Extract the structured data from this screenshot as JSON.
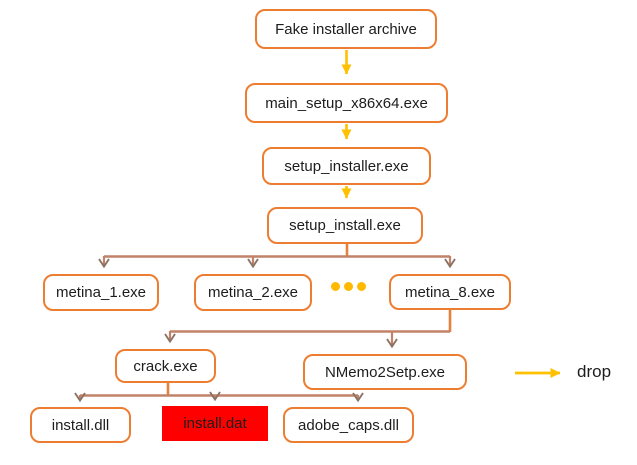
{
  "diagram": {
    "type": "flowchart"
  },
  "nodes": {
    "root": {
      "label": "Fake installer archive",
      "highlighted": false
    },
    "main_setup": {
      "label": "main_setup_x86x64.exe",
      "highlighted": false
    },
    "setup_installer": {
      "label": "setup_installer.exe",
      "highlighted": false
    },
    "setup_install": {
      "label": "setup_install.exe",
      "highlighted": false
    },
    "metina_1": {
      "label": "metina_1.exe",
      "highlighted": false
    },
    "metina_2": {
      "label": "metina_2.exe",
      "highlighted": false
    },
    "metina_8": {
      "label": "metina_8.exe",
      "highlighted": false
    },
    "crack": {
      "label": "crack.exe",
      "highlighted": false
    },
    "nmemo2setp": {
      "label": "NMemo2Setp.exe",
      "highlighted": false
    },
    "install_dll": {
      "label": "install.dll",
      "highlighted": false
    },
    "install_dat": {
      "label": "install.dat",
      "highlighted": true
    },
    "adobe_caps": {
      "label": "adobe_caps.dll",
      "highlighted": false
    }
  },
  "ellipsis": {
    "dot_count": 3,
    "between": [
      "metina_2.exe",
      "metina_8.exe"
    ]
  },
  "edges": [
    {
      "from": "Fake installer archive",
      "to": "main_setup_x86x64.exe",
      "style": "drop-arrow"
    },
    {
      "from": "main_setup_x86x64.exe",
      "to": "setup_installer.exe",
      "style": "drop-arrow"
    },
    {
      "from": "setup_installer.exe",
      "to": "setup_install.exe",
      "style": "drop-arrow"
    },
    {
      "from": "setup_install.exe",
      "to": "metina_1.exe",
      "style": "elbow"
    },
    {
      "from": "setup_install.exe",
      "to": "metina_2.exe",
      "style": "elbow"
    },
    {
      "from": "setup_install.exe",
      "to": "metina_8.exe",
      "style": "elbow"
    },
    {
      "from": "metina_8.exe",
      "to": "crack.exe",
      "style": "elbow"
    },
    {
      "from": "metina_8.exe",
      "to": "NMemo2Setp.exe",
      "style": "elbow"
    },
    {
      "from": "crack.exe",
      "to": "install.dll",
      "style": "elbow"
    },
    {
      "from": "crack.exe",
      "to": "install.dat",
      "style": "elbow"
    },
    {
      "from": "crack.exe",
      "to": "adobe_caps.dll",
      "style": "elbow"
    }
  ],
  "legend": {
    "label": "drop",
    "arrow_color": "#FFC000"
  },
  "colors": {
    "box_border": "#ED7D31",
    "drop_arrow": "#FFC000",
    "connector_line": "#C18267",
    "connector_stub": "#E5813C",
    "connector_arrowhead": "#8A7265",
    "highlight_fill": "#FF0000",
    "ellipsis_dot": "#FFB900",
    "text": "#1D1D1D",
    "background": "#FFFFFF"
  }
}
